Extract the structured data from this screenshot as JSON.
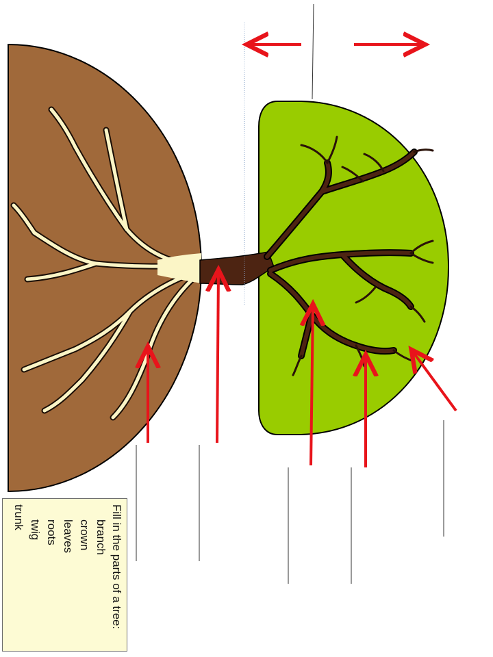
{
  "worksheet": {
    "instruction": "Fill in the parts of a tree:",
    "word_bank": [
      "branch",
      "crown",
      "leaves",
      "roots",
      "twig",
      "trunk"
    ]
  },
  "colors": {
    "soil": "#a0693a",
    "roots": "#fbf5c6",
    "trunk": "#4d2412",
    "crown": "#99cc00",
    "arrow": "#e8141b"
  }
}
